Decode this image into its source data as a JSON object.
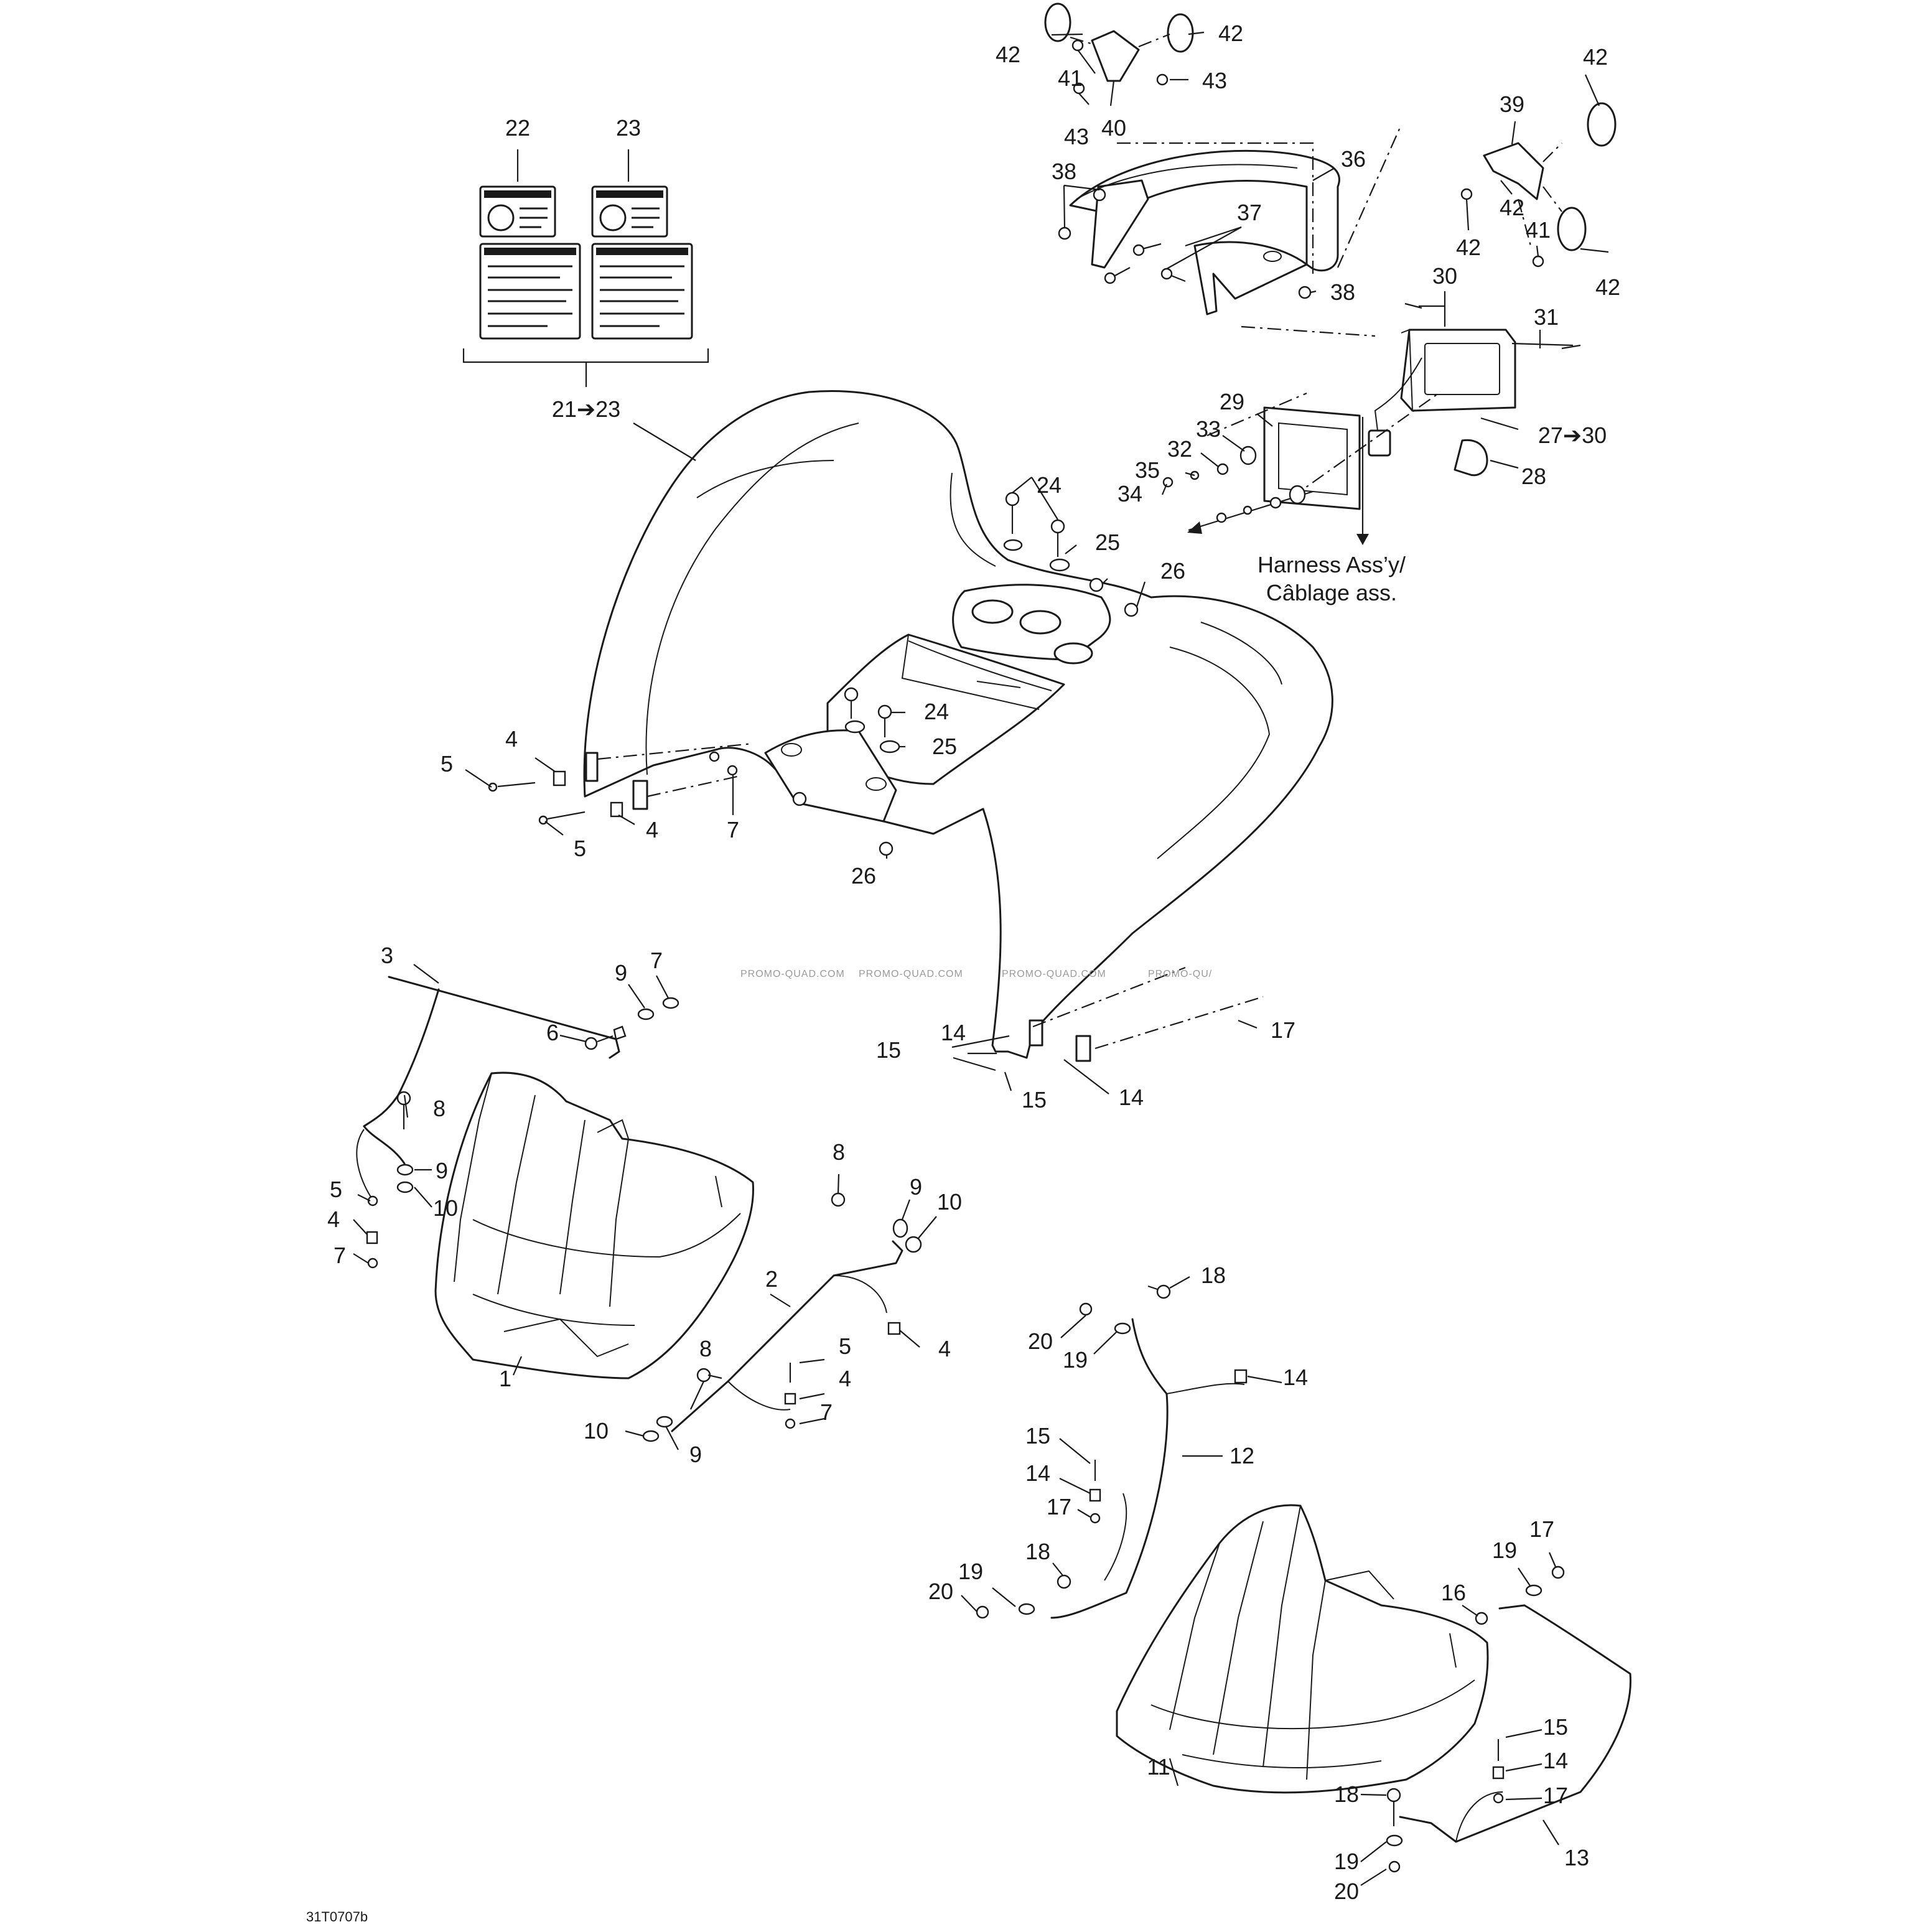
{
  "drawing_code": "31T0707b",
  "harness_note": {
    "line1": "Harness Ass’y/",
    "line2": "Câblage ass."
  },
  "watermark": {
    "text1": "PROMO-QUAD.COM",
    "text2": "PROMO-QUAD.COM",
    "text3": "PROMO-QUAD.COM",
    "text4": "PROMO-QU/"
  },
  "callouts": {
    "c1": "1",
    "c2": "2",
    "c3": "3",
    "c4a": "4",
    "c4b": "4",
    "c4c": "4",
    "c4d": "4",
    "c4e": "4",
    "c5a": "5",
    "c5b": "5",
    "c5c": "5",
    "c5d": "5",
    "c6": "6",
    "c7a": "7",
    "c7b": "7",
    "c7c": "7",
    "c7d": "7",
    "c8a": "8",
    "c8b": "8",
    "c8c": "8",
    "c9a": "9",
    "c9b": "9",
    "c9c": "9",
    "c9d": "9",
    "c10a": "10",
    "c10b": "10",
    "c10c": "10",
    "c11": "11",
    "c12": "12",
    "c13": "13",
    "c14a": "14",
    "c14b": "14",
    "c14c": "14",
    "c14d": "14",
    "c14e": "14",
    "c15a": "15",
    "c15b": "15",
    "c15c": "15",
    "c15d": "15",
    "c16": "16",
    "c17a": "17",
    "c17b": "17",
    "c17c": "17",
    "c17d": "17",
    "c18a": "18",
    "c18b": "18",
    "c18c": "18",
    "c19a": "19",
    "c19b": "19",
    "c19c": "19",
    "c19d": "19",
    "c20a": "20",
    "c20b": "20",
    "c20c": "20",
    "c21_23": "21➔23",
    "c22": "22",
    "c23": "23",
    "c24a": "24",
    "c24b": "24",
    "c25a": "25",
    "c25b": "25",
    "c26a": "26",
    "c26b": "26",
    "c27_30": "27➔30",
    "c28": "28",
    "c29": "29",
    "c30": "30",
    "c31": "31",
    "c32": "32",
    "c33": "33",
    "c34": "34",
    "c35": "35",
    "c36": "36",
    "c37": "37",
    "c38a": "38",
    "c38b": "38",
    "c39": "39",
    "c40": "40",
    "c41a": "41",
    "c41b": "41",
    "c42a": "42",
    "c42b": "42",
    "c42c": "42",
    "c42d": "42",
    "c42e": "42",
    "c43a": "43",
    "c43b": "43"
  }
}
